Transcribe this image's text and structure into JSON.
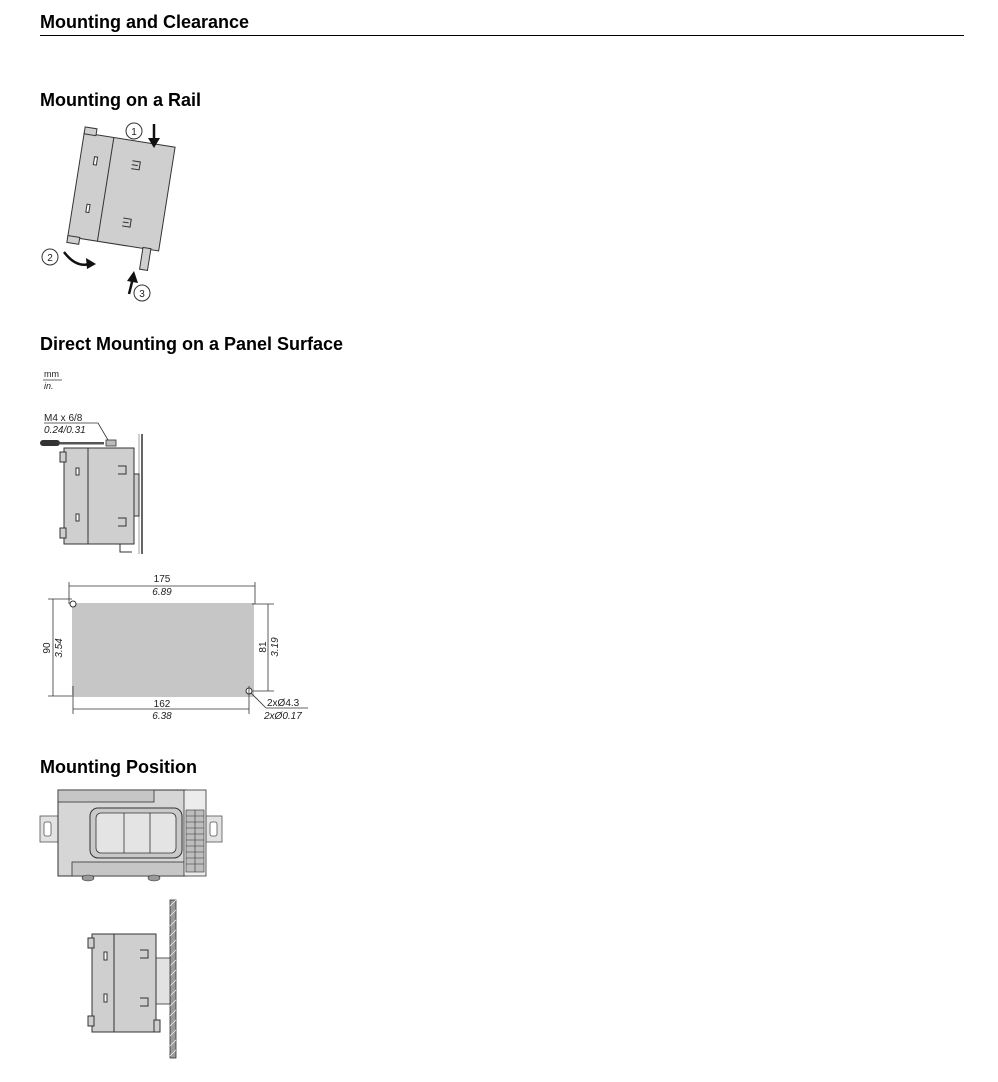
{
  "document": {
    "title": "Mounting and Clearance"
  },
  "sections": {
    "rail": {
      "heading": "Mounting on a Rail",
      "steps": [
        "1",
        "2",
        "3"
      ]
    },
    "panel": {
      "heading": "Direct Mounting on a Panel Surface",
      "unit_top": "mm",
      "unit_bottom": "in.",
      "screw_mm": "M4 x 6/8",
      "screw_in": "0.24/0.31",
      "width_top_mm": "175",
      "width_top_in": "6.89",
      "width_bottom_mm": "162",
      "width_bottom_in": "6.38",
      "height_left_mm": "90",
      "height_left_in": "3.54",
      "height_right_mm": "81",
      "height_right_in": "3.19",
      "hole_mm": "2xØ4.3",
      "hole_in": "2xØ0.17"
    },
    "position": {
      "heading": "Mounting Position"
    }
  }
}
